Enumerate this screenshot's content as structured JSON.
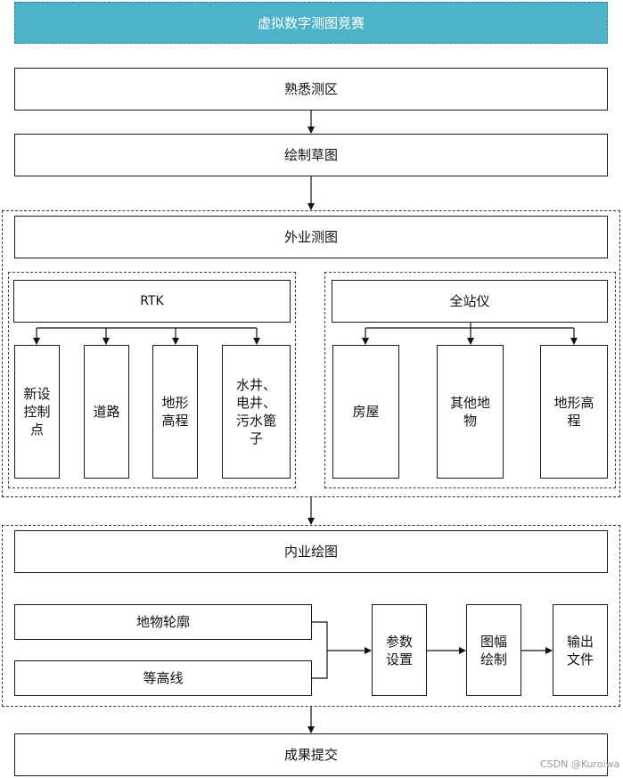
{
  "title": "虚拟数字测图竞赛",
  "steps": {
    "familiarize": "熟悉测区",
    "sketch": "绘制草图",
    "field_survey": "外业测图",
    "office_drawing": "内业绘图",
    "submit": "成果提交"
  },
  "rtk": {
    "label": "RTK",
    "items": [
      [
        "新设",
        "控制",
        "点"
      ],
      [
        "道路"
      ],
      [
        "地形",
        "高程"
      ],
      [
        "水井、",
        "电井、",
        "污水篦",
        "子"
      ]
    ]
  },
  "total_station": {
    "label": "全站仪",
    "items": [
      [
        "房屋"
      ],
      [
        "其他地",
        "物"
      ],
      [
        "地形高",
        "程"
      ]
    ]
  },
  "office": {
    "outline": "地物轮廓",
    "contour": "等高线",
    "params": [
      "参数",
      "设置"
    ],
    "sheet": [
      "图幅",
      "绘制"
    ],
    "output": [
      "输出",
      "文件"
    ]
  },
  "watermark": "CSDN @Kuroiwa",
  "colors": {
    "title_bg": "#4db3c9",
    "title_text": "#ffffff"
  }
}
